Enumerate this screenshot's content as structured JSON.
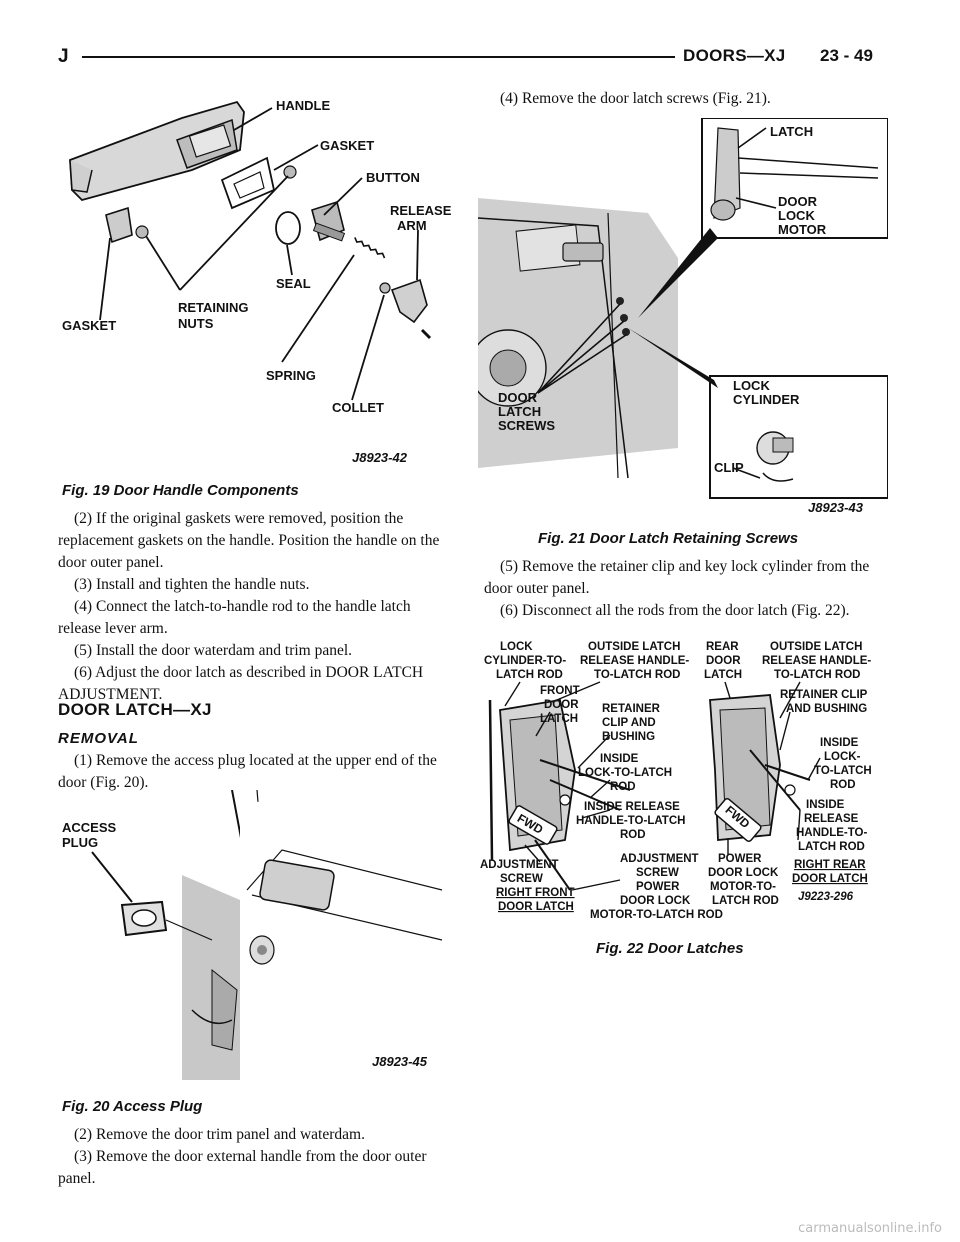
{
  "header": {
    "letter": "J",
    "title": "DOORS—XJ",
    "page": "23 - 49"
  },
  "fig19": {
    "caption": "Fig. 19 Door Handle Components",
    "code": "J8923-42",
    "labels": {
      "handle": "HANDLE",
      "gasket_top": "GASKET",
      "button": "BUTTON",
      "release1": "RELEASE",
      "release2": "ARM",
      "seal": "SEAL",
      "gasket_left": "GASKET",
      "retaining1": "RETAINING",
      "retaining2": "NUTS",
      "spring": "SPRING",
      "collet": "COLLET"
    }
  },
  "left_text": {
    "p2": "(2) If the original gaskets were removed, position the replacement gaskets on the handle. Position the handle on the door outer panel.",
    "p3": "(3) Install and tighten the handle nuts.",
    "p4": "(4) Connect the latch-to-handle rod to the handle latch release lever arm.",
    "p5": "(5) Install the door waterdam and trim panel.",
    "p6": "(6) Adjust the door latch as described in DOOR LATCH ADJUSTMENT.",
    "section": "DOOR LATCH—XJ",
    "subsection": "REMOVAL",
    "r1": "(1) Remove the access plug located at the upper end of the door (Fig. 20).",
    "r2": "(2) Remove the door trim panel and waterdam.",
    "r3": "(3) Remove the door external handle from the door outer panel."
  },
  "fig20": {
    "caption": "Fig. 20 Access Plug",
    "code": "J8923-45",
    "labels": {
      "access1": "ACCESS",
      "access2": "PLUG"
    }
  },
  "right_text": {
    "r4": "(4) Remove the door latch screws (Fig. 21).",
    "r5": "(5) Remove the retainer clip and key lock cylinder from the door outer panel.",
    "r6": "(6) Disconnect all the rods from the door latch (Fig. 22)."
  },
  "fig21": {
    "caption": "Fig. 21 Door Latch Retaining Screws",
    "code": "J8923-43",
    "labels": {
      "latch": "LATCH",
      "motor1": "DOOR",
      "motor2": "LOCK",
      "motor3": "MOTOR",
      "screws1": "DOOR",
      "screws2": "LATCH",
      "screws3": "SCREWS",
      "cyl1": "LOCK",
      "cyl2": "CYLINDER",
      "clip": "CLIP"
    }
  },
  "fig22": {
    "caption": "Fig. 22 Door Latches",
    "code": "J9223-296",
    "labels": {
      "a1": "LOCK",
      "a2": "CYLINDER-TO-",
      "a3": "LATCH ROD",
      "b1": "OUTSIDE LATCH",
      "b2": "RELEASE HANDLE-",
      "b3": "TO-LATCH ROD",
      "c1": "REAR",
      "c2": "DOOR",
      "c3": "LATCH",
      "d1": "OUTSIDE LATCH",
      "d2": "RELEASE HANDLE-",
      "d3": "TO-LATCH ROD",
      "e1": "FRONT",
      "e2": "DOOR",
      "e3": "LATCH",
      "f1": "RETAINER",
      "f2": "CLIP AND",
      "f3": "BUSHING",
      "g1": "RETAINER CLIP",
      "g2": "AND BUSHING",
      "h1": "INSIDE",
      "h2": "LOCK-TO-LATCH",
      "h3": "ROD",
      "i1": "INSIDE",
      "i2": "LOCK-",
      "i3": "TO-LATCH",
      "i4": "ROD",
      "j1": "INSIDE RELEASE",
      "j2": "HANDLE-TO-LATCH",
      "j3": "ROD",
      "k1": "INSIDE",
      "k2": "RELEASE",
      "k3": "HANDLE-TO-",
      "k4": "LATCH ROD",
      "l1": "ADJUSTMENT",
      "l2": "SCREW",
      "m1": "ADJUSTMENT",
      "m2": "SCREW",
      "n1": "POWER",
      "n2": "DOOR LOCK",
      "n3": "MOTOR-TO-",
      "n4": "LATCH ROD",
      "o1": "POWER",
      "o2": "DOOR LOCK",
      "o3": "MOTOR-TO-LATCH ROD",
      "q1": "RIGHT FRONT",
      "q2": "DOOR LATCH",
      "s1": "RIGHT REAR",
      "s2": "DOOR LATCH",
      "fwd": "FWD"
    }
  },
  "footer": "carmanualsonline.info"
}
